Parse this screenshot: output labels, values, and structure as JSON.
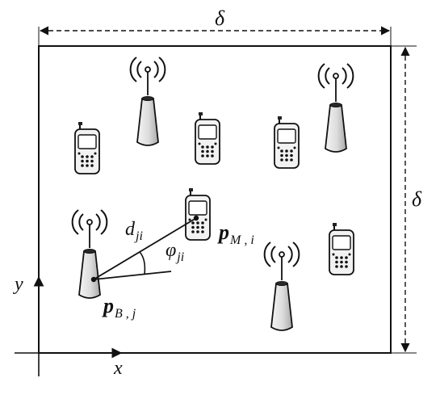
{
  "labels": {
    "delta_top": "δ",
    "delta_right": "δ",
    "axis_y": "y",
    "axis_x": "x",
    "distance": {
      "main": "d",
      "sub": "ji"
    },
    "angle": {
      "main": "φ",
      "sub": "ji"
    },
    "mobile_position": {
      "main": "p",
      "sub": "M , i"
    },
    "base_position": {
      "main": "p",
      "sub": "B , j"
    }
  },
  "icons": {
    "base_station": "cell-tower-icon",
    "mobile": "mobile-phone-icon"
  },
  "colors": {
    "stroke": "#111111",
    "background": "#ffffff",
    "shading": "#d0d0d0"
  }
}
